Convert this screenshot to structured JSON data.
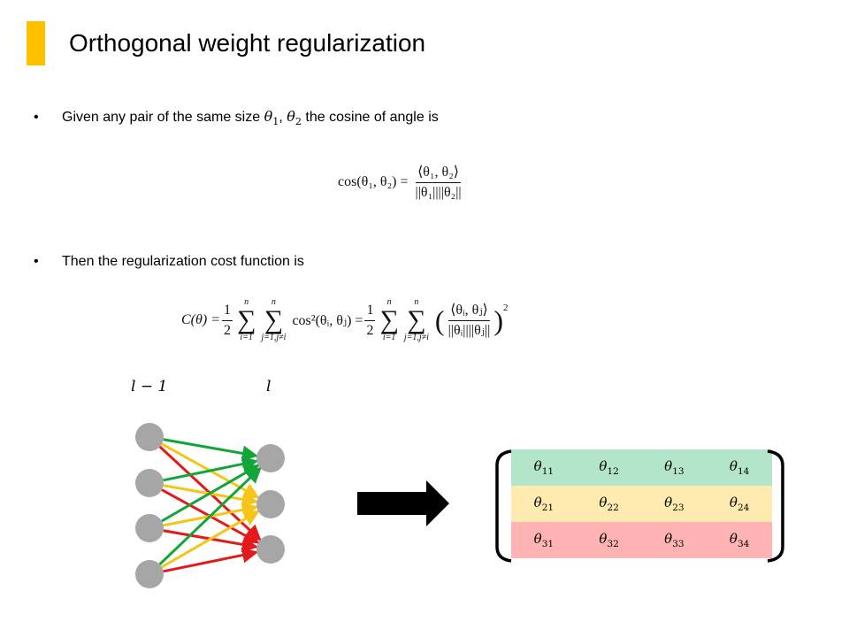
{
  "slide": {
    "title": "Orthogonal weight regularization",
    "accent_color": "#FFC000"
  },
  "bullets": [
    {
      "marker": "•",
      "text_before": "Given any pair of the same size ",
      "theta1": "θ",
      "sub1": "1",
      "sep": ", ",
      "theta2": "θ",
      "sub2": "2",
      "text_after": " the cosine of angle is"
    },
    {
      "marker": "•",
      "text": "Then the regularization cost function is"
    }
  ],
  "equations": {
    "cosine": {
      "lhs": "cos(θ₁, θ₂) =",
      "numerator": "⟨θ₁, θ₂⟩",
      "denominator": "||θ₁||||θ₂||"
    },
    "cost": {
      "lhs": "C(θ) =",
      "half": "1",
      "two": "2",
      "upper": "n",
      "lower_i": "i=1",
      "lower_j": "j=1,j≠i",
      "mid": "cos²(θᵢ, θⱼ) =",
      "numerator": "⟨θᵢ, θⱼ⟩",
      "denominator": "||θᵢ||||θⱼ||",
      "power": "2"
    }
  },
  "network": {
    "left_label": "l − 1",
    "right_label": "l",
    "node_color": "#A6A6A6",
    "edge_colors": [
      "#13A538",
      "#F5C518",
      "#E31A1C"
    ]
  },
  "matrix": {
    "row_colors": [
      "#B3E6C8",
      "#FFEAB0",
      "#FFB3B3"
    ],
    "rows": [
      [
        {
          "s": "θ",
          "i": "11"
        },
        {
          "s": "θ",
          "i": "12"
        },
        {
          "s": "θ",
          "i": "13"
        },
        {
          "s": "θ",
          "i": "14"
        }
      ],
      [
        {
          "s": "θ",
          "i": "21"
        },
        {
          "s": "θ",
          "i": "22"
        },
        {
          "s": "θ",
          "i": "23"
        },
        {
          "s": "θ",
          "i": "24"
        }
      ],
      [
        {
          "s": "θ",
          "i": "31"
        },
        {
          "s": "θ",
          "i": "32"
        },
        {
          "s": "θ",
          "i": "33"
        },
        {
          "s": "θ",
          "i": "34"
        }
      ]
    ]
  }
}
